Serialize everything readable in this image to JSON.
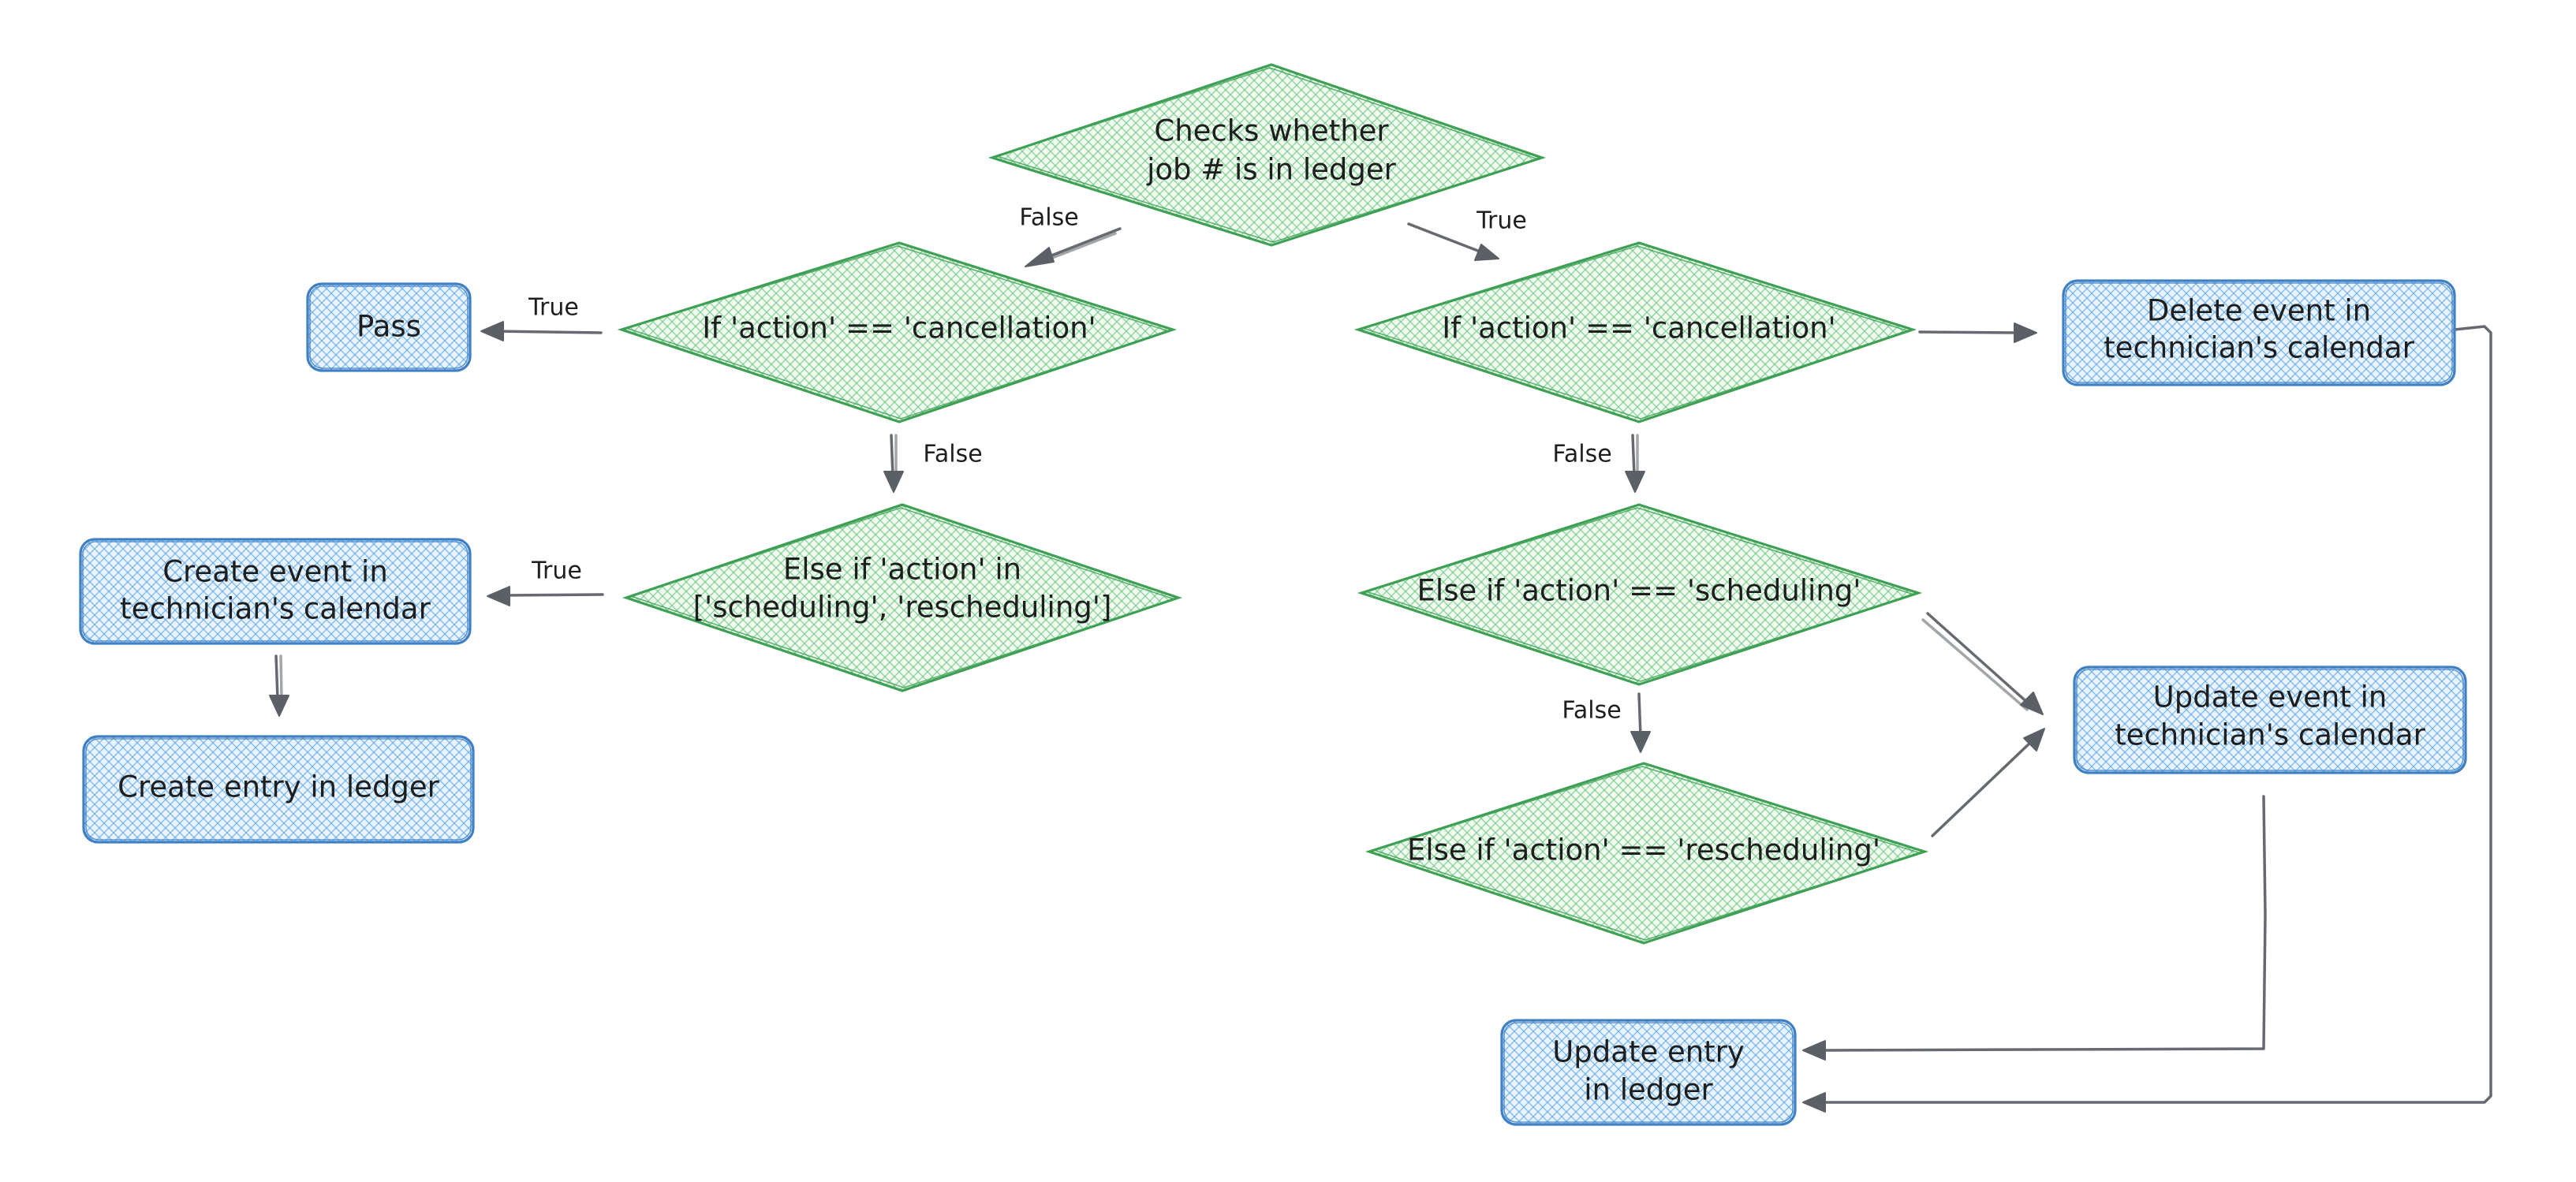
{
  "colors": {
    "decision_fill": "#b2f2bb",
    "decision_stroke": "#2f9e44",
    "action_fill": "#a5d8ff",
    "action_stroke": "#1971c2",
    "arrow": "#5b5f66"
  },
  "nodes": {
    "check_job": {
      "lines": [
        "Checks whether",
        "job # is in ledger"
      ]
    },
    "left_cancel": {
      "lines": [
        "If 'action' == 'cancellation'"
      ]
    },
    "pass": {
      "lines": [
        "Pass"
      ]
    },
    "left_else": {
      "lines": [
        "Else if 'action' in",
        "['scheduling', 'rescheduling']"
      ]
    },
    "create_event": {
      "lines": [
        "Create event in",
        "technician's calendar"
      ]
    },
    "create_entry": {
      "lines": [
        "Create entry in ledger"
      ]
    },
    "right_cancel": {
      "lines": [
        "If 'action' == 'cancellation'"
      ]
    },
    "delete_event": {
      "lines": [
        "Delete event in",
        "technician's calendar"
      ]
    },
    "right_sched": {
      "lines": [
        "Else if 'action' == 'scheduling'"
      ]
    },
    "right_resched": {
      "lines": [
        "Else if 'action' == 'rescheduling'"
      ]
    },
    "update_event": {
      "lines": [
        "Update event in",
        "technician's calendar"
      ]
    },
    "update_entry": {
      "lines": [
        "Update entry",
        "in ledger"
      ]
    }
  },
  "edge_labels": {
    "root_false": "False",
    "root_true": "True",
    "left_cancel_true": "True",
    "left_cancel_false": "False",
    "left_else_true": "True",
    "right_cancel_false": "False",
    "right_sched_false": "False"
  }
}
